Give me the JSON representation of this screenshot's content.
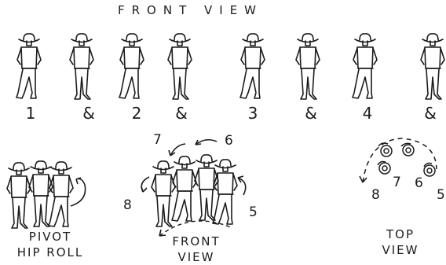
{
  "header": {
    "title": "FRONT VIEW"
  },
  "counts": [
    "1",
    "&",
    "2",
    "&",
    "3",
    "&",
    "4",
    "&"
  ],
  "groups": {
    "pivot": {
      "caption_line1": "PIVOT",
      "caption_line2": "HIP ROLL"
    },
    "front": {
      "caption_line1": "FRONT",
      "caption_line2": "VIEW",
      "labels": {
        "n7": "7",
        "n6": "6",
        "n8": "8",
        "n5": "5"
      }
    },
    "top": {
      "caption_line1": "TOP",
      "caption_line2": "VIEW",
      "labels": {
        "n8": "8",
        "n7": "7",
        "n6": "6",
        "n5": "5"
      }
    }
  }
}
